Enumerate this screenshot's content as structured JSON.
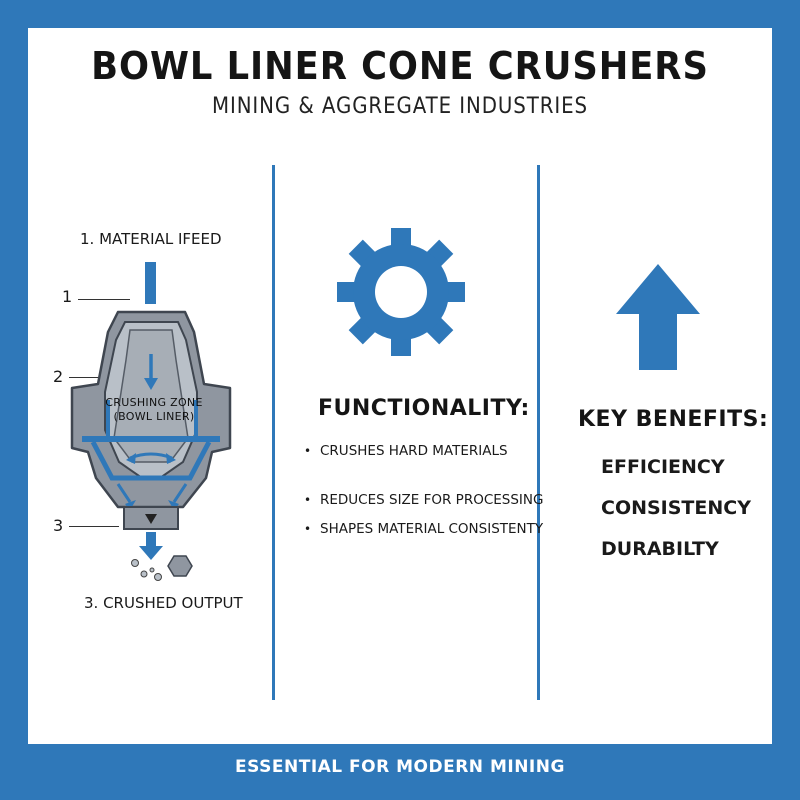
{
  "header": {
    "title": "BOWL LINER CONE CRUSHERS",
    "subtitle": "MINING & AGGREGATE INDUSTRIES"
  },
  "diagram": {
    "feed_label": "1. MATERIAL IFEED",
    "output_label": "3. CRUSHED OUTPUT",
    "zone_label_line1": "CRUSHING ZONE",
    "zone_label_line2": "(BOWL LINER)",
    "callouts": [
      "1",
      "2",
      "3"
    ]
  },
  "functionality": {
    "heading": "FUNCTIONALITY:",
    "items": [
      "CRUSHES HARD MATERIALS",
      "REDUCES SIZE FOR PROCESSING",
      "SHAPES MATERIAL CONSISTENTY"
    ],
    "icon": "gear-icon"
  },
  "benefits": {
    "heading": "KEY BENEFITS:",
    "items": [
      "EFFICIENCY",
      "CONSISTENCY",
      "DURABILTY"
    ],
    "icon": "arrow-up-icon"
  },
  "footer": {
    "text": "ESSENTIAL FOR MODERN MINING"
  },
  "colors": {
    "brand_blue": "#2f78b9",
    "steel_gray": "#8f96a0",
    "background": "#ffffff"
  }
}
